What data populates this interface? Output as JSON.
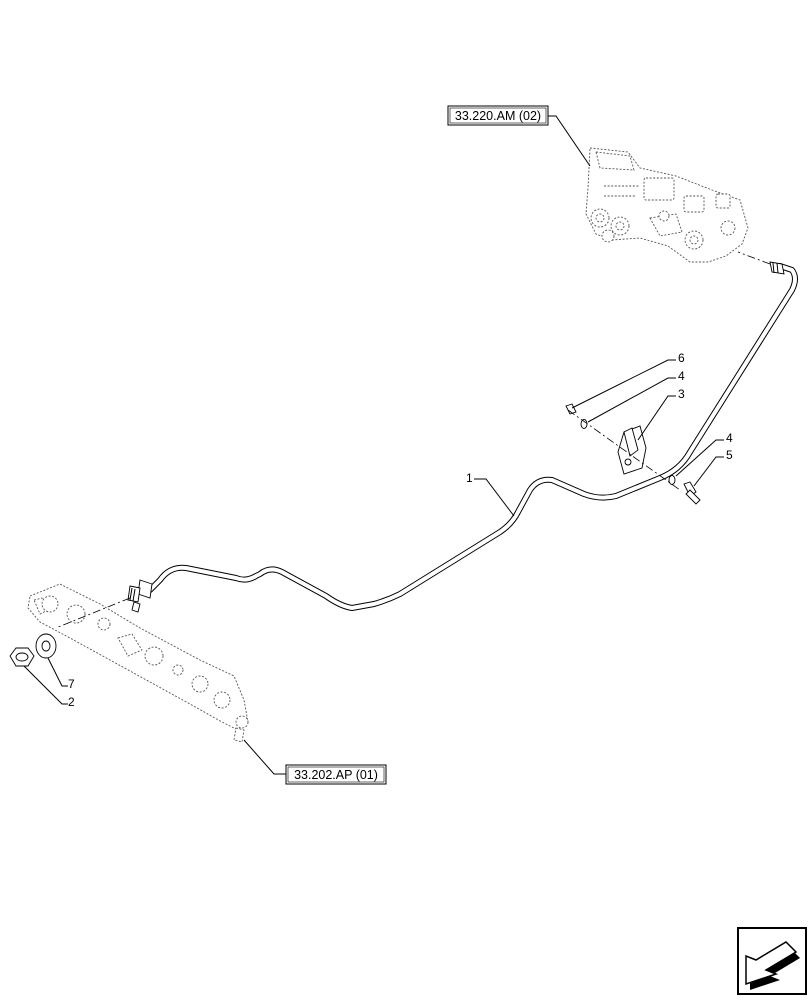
{
  "references": {
    "top": "33.220.AM (02)",
    "bottom": "33.202.AP (01)"
  },
  "callouts": {
    "c1": "1",
    "c2": "2",
    "c3": "3",
    "c4a": "4",
    "c4b": "4",
    "c5": "5",
    "c6": "6",
    "c7": "7"
  },
  "colors": {
    "line": "#000000",
    "background": "#ffffff"
  },
  "icons": {
    "nav": "next-page-arrow-icon"
  }
}
